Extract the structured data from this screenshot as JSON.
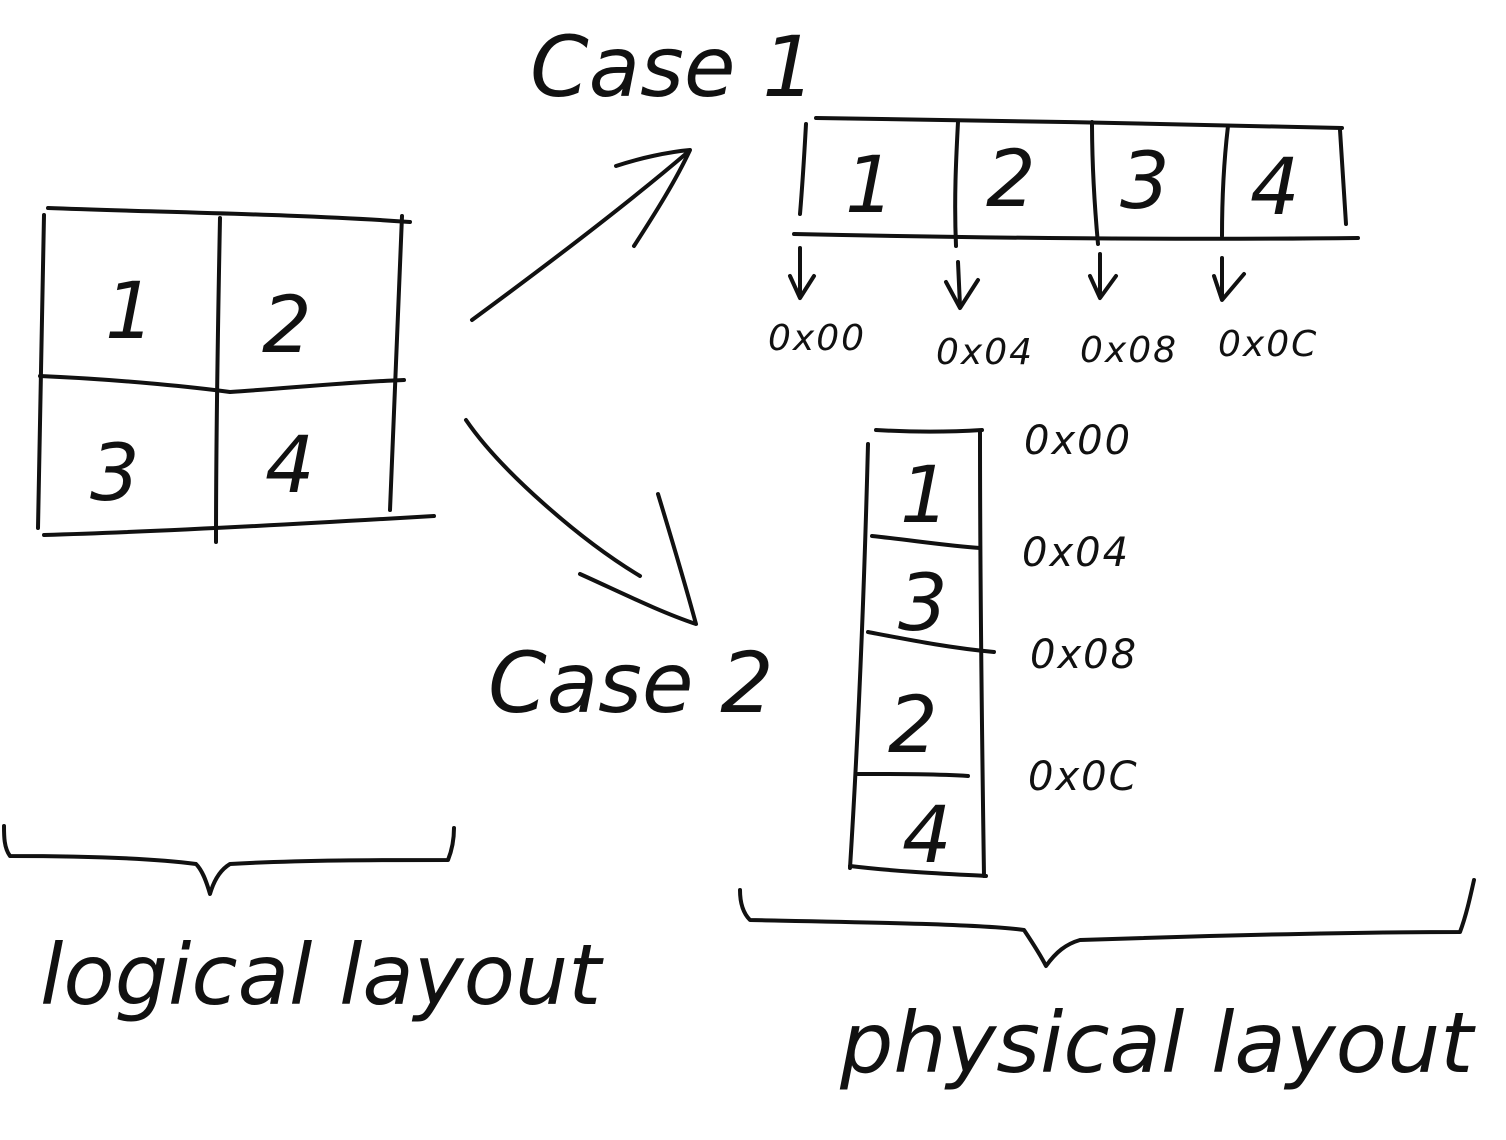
{
  "logical_grid": {
    "cells": [
      [
        "1",
        "2"
      ],
      [
        "3",
        "4"
      ]
    ]
  },
  "case1": {
    "label": "Case 1",
    "cells": [
      "1",
      "2",
      "3",
      "4"
    ],
    "addresses": [
      "0x00",
      "0x04",
      "0x08",
      "0x0C"
    ]
  },
  "case2": {
    "label": "Case 2",
    "cells": [
      "1",
      "3",
      "2",
      "4"
    ],
    "addresses": [
      "0x00",
      "0x04",
      "0x08",
      "0x0C"
    ]
  },
  "braces": {
    "logical": "logical layout",
    "physical": "physical layout"
  }
}
